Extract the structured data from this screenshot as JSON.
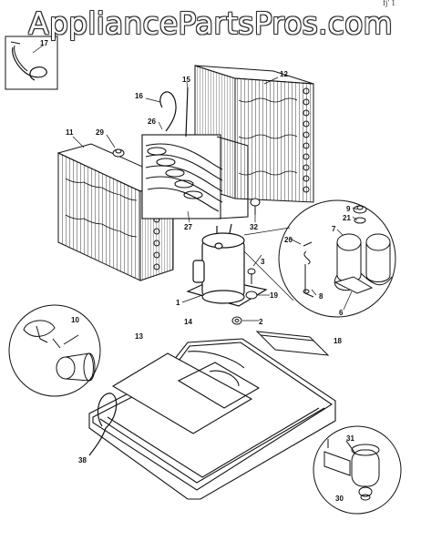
{
  "watermark": "AppliancePartsPros.com",
  "corner_marks": "fj' 1",
  "callouts": {
    "c1": "1",
    "c2": "2",
    "c3": "3",
    "c6": "6",
    "c7": "7",
    "c8": "8",
    "c9": "9",
    "c10": "10",
    "c11": "11",
    "c12": "12",
    "c13": "13",
    "c14": "14",
    "c15": "15",
    "c16": "16",
    "c17": "17",
    "c18": "18",
    "c19": "19",
    "c20": "20",
    "c21": "21",
    "c26": "26",
    "c27": "27",
    "c29": "29",
    "c30": "30",
    "c31": "31",
    "c32": "32",
    "c38": "38"
  },
  "colors": {
    "line": "#111111",
    "background": "#ffffff"
  }
}
